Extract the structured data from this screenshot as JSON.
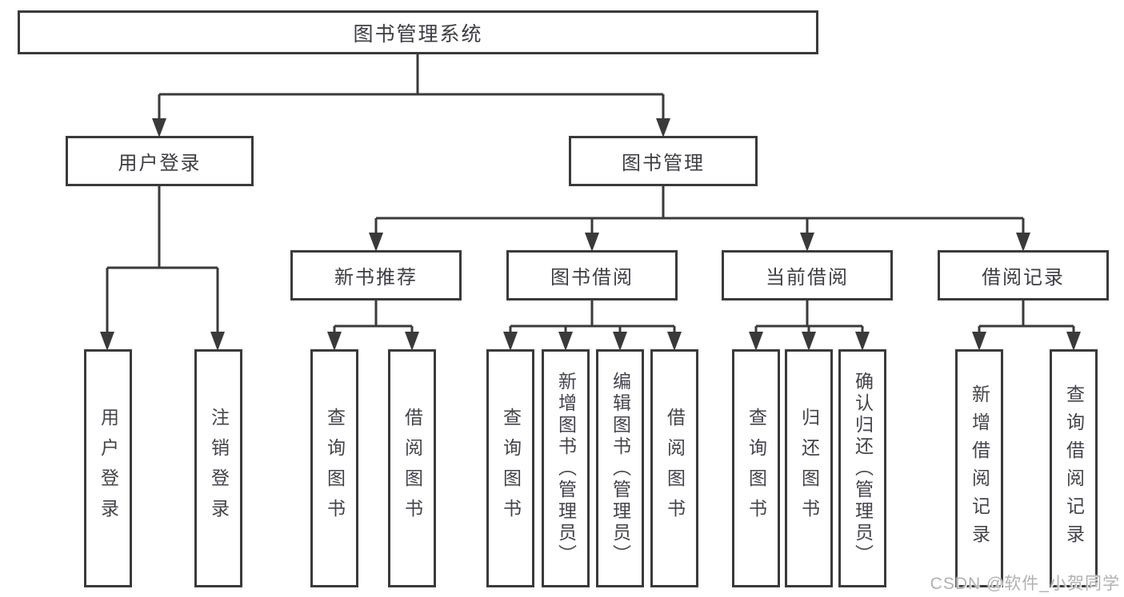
{
  "diagram": {
    "root": {
      "label": "图书管理系统"
    },
    "branches": [
      {
        "label": "用户登录",
        "children": [
          {
            "label": "用户登录"
          },
          {
            "label": "注销登录"
          }
        ]
      },
      {
        "label": "图书管理",
        "children": [
          {
            "label": "新书推荐",
            "children": [
              {
                "label": "查询图书"
              },
              {
                "label": "借阅图书"
              }
            ]
          },
          {
            "label": "图书借阅",
            "children": [
              {
                "label": "查询图书"
              },
              {
                "label": "新增图书（管理员）"
              },
              {
                "label": "编辑图书（管理员）"
              },
              {
                "label": "借阅图书"
              }
            ]
          },
          {
            "label": "当前借阅",
            "children": [
              {
                "label": "查询图书"
              },
              {
                "label": "归还图书"
              },
              {
                "label": "确认归还（管理员）"
              }
            ]
          },
          {
            "label": "借阅记录",
            "children": [
              {
                "label": "新增借阅记录"
              },
              {
                "label": "查询借阅记录"
              }
            ]
          }
        ]
      }
    ]
  },
  "watermark": {
    "text": "CSDN @软件_小贺同学"
  },
  "colors": {
    "line": "#3a3a3a",
    "box_border": "#3a3a3a",
    "box_bg": "#ffffff",
    "text": "#3d3d44",
    "watermark": "#b1b1b1"
  }
}
